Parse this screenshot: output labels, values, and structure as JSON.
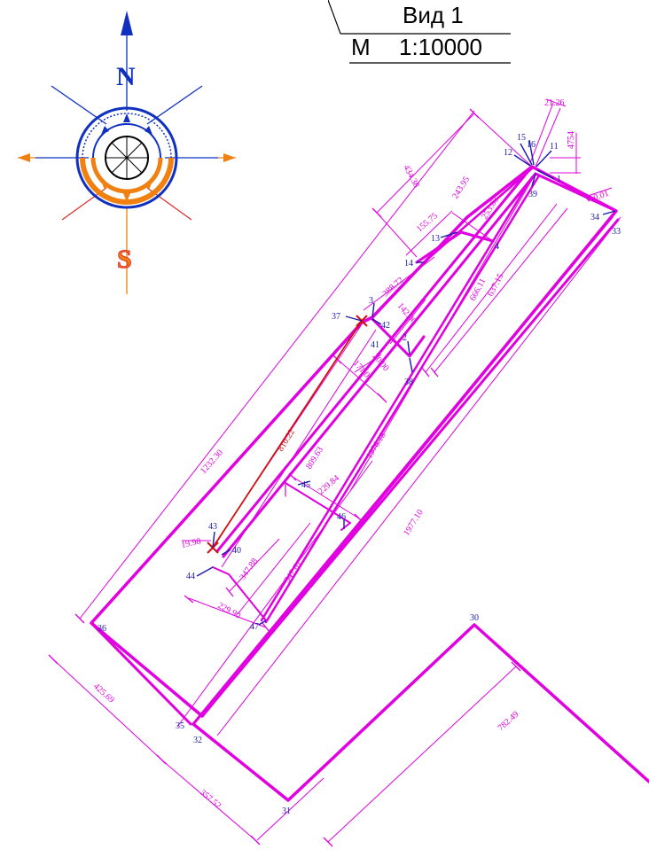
{
  "header": {
    "view_label": "Вид 1",
    "scale_prefix": "М",
    "scale_value": "1:10000"
  },
  "compass": {
    "north_label": "N",
    "south_label": "S",
    "north_color": "#1030c0",
    "south_color": "#f08010",
    "ray_color_blue": "#1030c0",
    "ray_color_red": "#e03030"
  },
  "colors": {
    "outline": "#e000e0",
    "dimension": "#e000e0",
    "point_label": "#1a1aa8",
    "highlight": "#d01010"
  },
  "dimensions": [
    "434.38",
    "21.26",
    "4754",
    "243.95",
    "155.75",
    "253.63",
    "10.01",
    "388.72",
    "142.00",
    "666.11",
    "637.15",
    "20.00",
    "171.01",
    "810.22",
    "809.63",
    "1976.18",
    "1232.30",
    "229.84",
    "1977.10",
    "19.98",
    "347.88",
    "347.61",
    "229.90",
    "425.69",
    "357.52",
    "782.49"
  ],
  "points": [
    "15",
    "16",
    "11",
    "12",
    "1",
    "39",
    "34",
    "33",
    "13",
    "4",
    "14",
    "3",
    "37",
    "42",
    "2",
    "41",
    "38",
    "45",
    "46",
    "43",
    "40",
    "44",
    "47",
    "30",
    "36",
    "35",
    "32",
    "31"
  ]
}
